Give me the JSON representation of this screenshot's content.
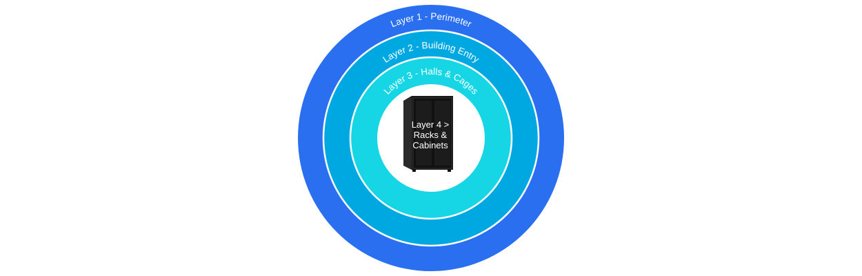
{
  "diagram": {
    "layers": [
      {
        "label": "Layer 1 - Perimeter",
        "color": "#2a6ff0"
      },
      {
        "label": "Layer 2 - Building Entry",
        "color": "#00a8e2"
      },
      {
        "label": "Layer 3 - Halls & Cages",
        "color": "#16d6e6"
      }
    ],
    "center": {
      "line1": "Layer 4 >",
      "line2": "Racks &",
      "line3": "Cabinets",
      "icon": "server-rack-icon"
    }
  }
}
